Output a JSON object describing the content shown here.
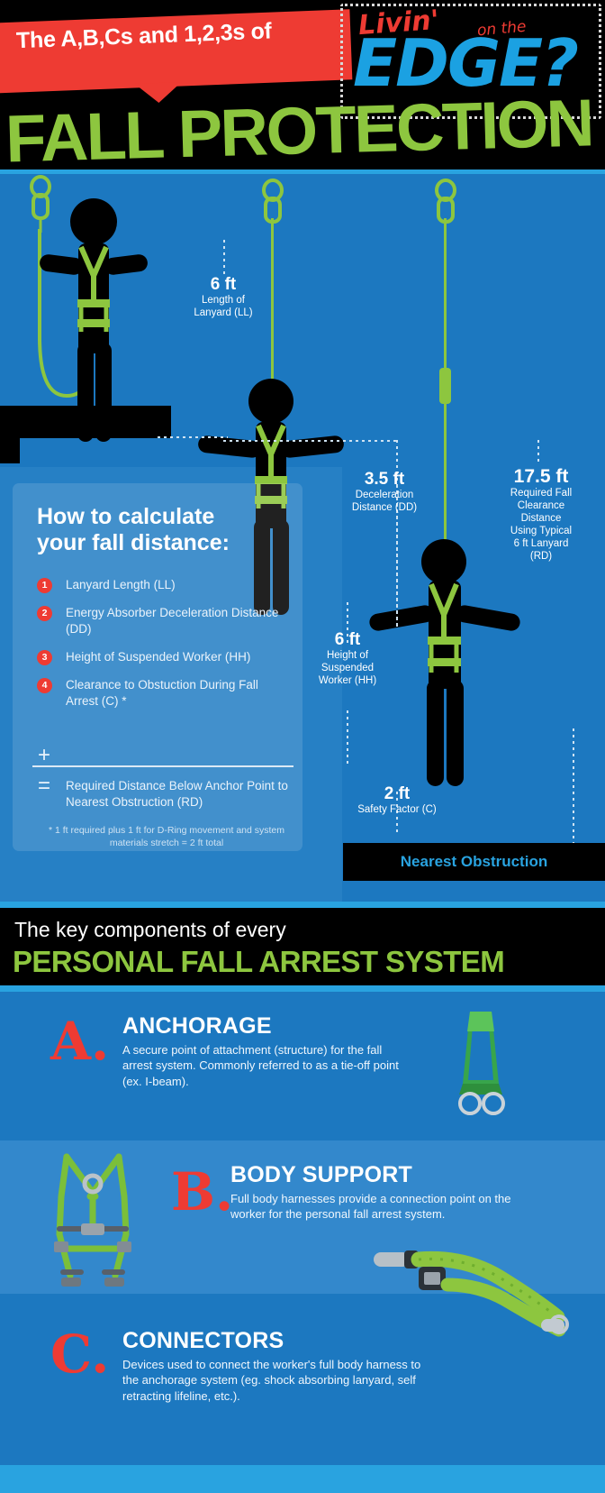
{
  "header": {
    "ribbon_text": "The A,B,Cs and 1,2,3s of",
    "title": "FALL PROTECTION",
    "badge_livin": "Livin'",
    "badge_onthe": "on the",
    "badge_edge": "EDGE?"
  },
  "diagram": {
    "callouts": [
      {
        "id": "lanyard-length",
        "value": "6 ft",
        "label": "Length of\nLanyard (LL)"
      },
      {
        "id": "deceleration",
        "value": "3.5 ft",
        "label": "Deceleration\nDistance (DD)"
      },
      {
        "id": "required-fall",
        "value": "17.5 ft",
        "label": "Required Fall\nClearance\nDistance\nUsing Typical\n6 ft Lanyard\n(RD)"
      },
      {
        "id": "worker-height",
        "value": "6 ft",
        "label": "Height of\nSuspended\nWorker (HH)"
      },
      {
        "id": "safety-factor",
        "value": "2 ft",
        "label": "Safety Factor (C)"
      }
    ],
    "obstruction_label": "Nearest Obstruction",
    "calc": {
      "heading_line1": "How to calculate",
      "heading_line2": "your fall distance:",
      "items": [
        {
          "num": "1",
          "text": "Lanyard Length (LL)"
        },
        {
          "num": "2",
          "text": "Energy Absorber Deceleration Distance (DD)"
        },
        {
          "num": "3",
          "text": "Height of Suspended Worker (HH)"
        },
        {
          "num": "4",
          "text": "Clearance to Obstuction During Fall Arrest (C) *"
        }
      ],
      "plus_symbol": "+",
      "equals_symbol": "=",
      "result": "Required Distance Below Anchor Point to Nearest Obstruction (RD)",
      "footnote": "* 1 ft required plus 1 ft for D-Ring movement and system materials stretch = 2 ft total"
    }
  },
  "midband": {
    "line1": "The key components of every",
    "line2": "PERSONAL FALL ARREST SYSTEM"
  },
  "components": [
    {
      "letter": "A.",
      "title": "ANCHORAGE",
      "body": "A secure point of attachment (structure) for the fall arrest system.  Commonly referred to as a tie-off point (ex. I-beam)."
    },
    {
      "letter": "B.",
      "title": "BODY SUPPORT",
      "body": "Full body harnesses provide a connection point on the worker for the personal fall arrest system."
    },
    {
      "letter": "C.",
      "title": "CONNECTORS",
      "body": "Devices used to connect the worker's full body harness to the anchorage system (eg.  shock absorbing lanyard, self retracting lifeline, etc.)."
    }
  ],
  "colors": {
    "red": "#ee3b33",
    "green": "#8dc63f",
    "blue": "#1c78c0",
    "cyan": "#29a3e0",
    "black": "#000000",
    "white": "#ffffff"
  }
}
